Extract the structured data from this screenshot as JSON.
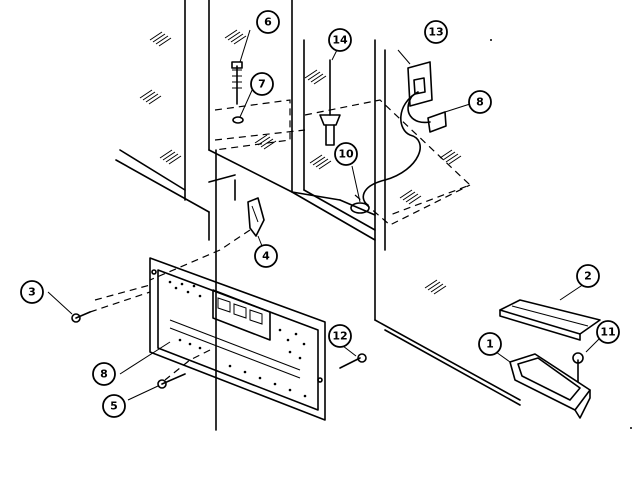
{
  "callouts": [
    {
      "id": "c1",
      "label": "1"
    },
    {
      "id": "c2",
      "label": "2"
    },
    {
      "id": "c3",
      "label": "3"
    },
    {
      "id": "c4",
      "label": "4"
    },
    {
      "id": "c5",
      "label": "5"
    },
    {
      "id": "c6",
      "label": "6"
    },
    {
      "id": "c7",
      "label": "7"
    },
    {
      "id": "c8a",
      "label": "8"
    },
    {
      "id": "c8b",
      "label": "8"
    },
    {
      "id": "c10",
      "label": "10"
    },
    {
      "id": "c11",
      "label": "11"
    },
    {
      "id": "c12",
      "label": "12"
    },
    {
      "id": "c13",
      "label": "13"
    },
    {
      "id": "c14",
      "label": "14"
    }
  ]
}
